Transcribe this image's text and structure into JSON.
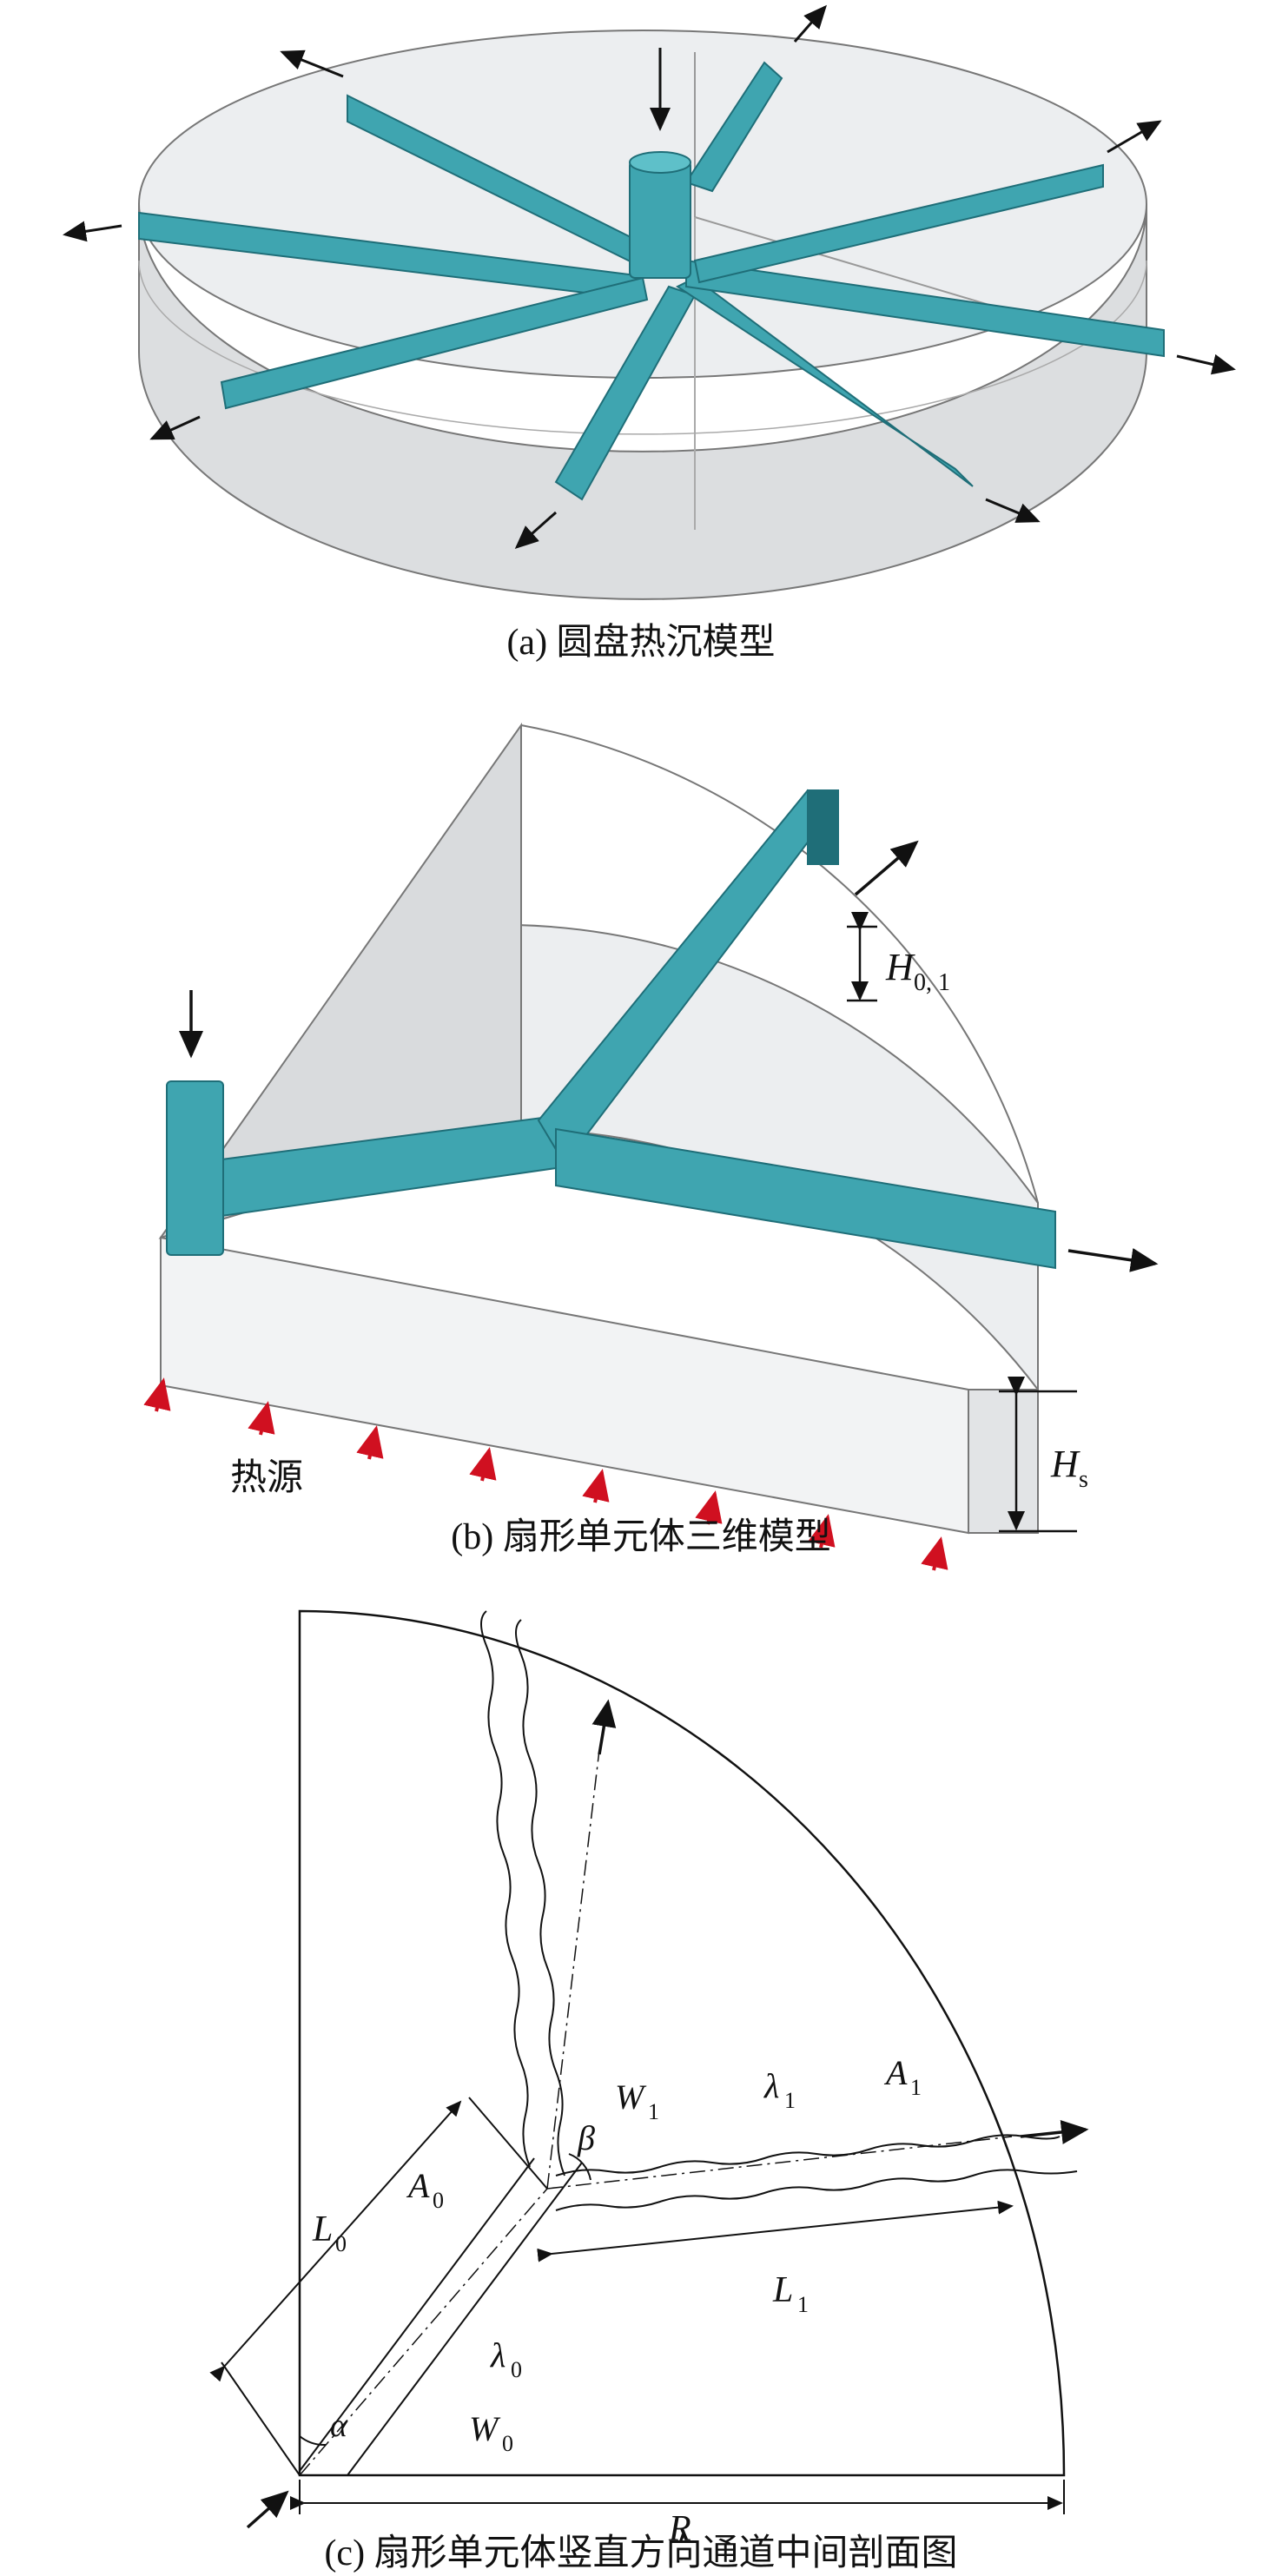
{
  "panel_a": {
    "caption": "(a) 圆盘热沉模型"
  },
  "panel_b": {
    "caption": "(b) 扇形单元体三维模型",
    "heat_source_label": "热源",
    "h01_main": "H",
    "h01_sub": "0, 1",
    "hs_main": "H",
    "hs_sub": "s"
  },
  "panel_c": {
    "caption": "(c) 扇形单元体竖直方向通道中间剖面图",
    "labels": {
      "L0_main": "L",
      "L0_sub": "0",
      "A0_main": "A",
      "A0_sub": "0",
      "lambda0_main": "λ",
      "lambda0_sub": "0",
      "W0_main": "W",
      "W0_sub": "0",
      "alpha": "α",
      "beta": "β",
      "W1_main": "W",
      "W1_sub": "1",
      "lambda1_main": "λ",
      "lambda1_sub": "1",
      "A1_main": "A",
      "A1_sub": "1",
      "L1_main": "L",
      "L1_sub": "1",
      "R": "R"
    }
  },
  "colors": {
    "channel": "#3fa5b0",
    "channel_dark": "#1f6e78",
    "heat_arrow": "#d01020",
    "outline": "#111111",
    "solid": "#e4e6e8"
  }
}
